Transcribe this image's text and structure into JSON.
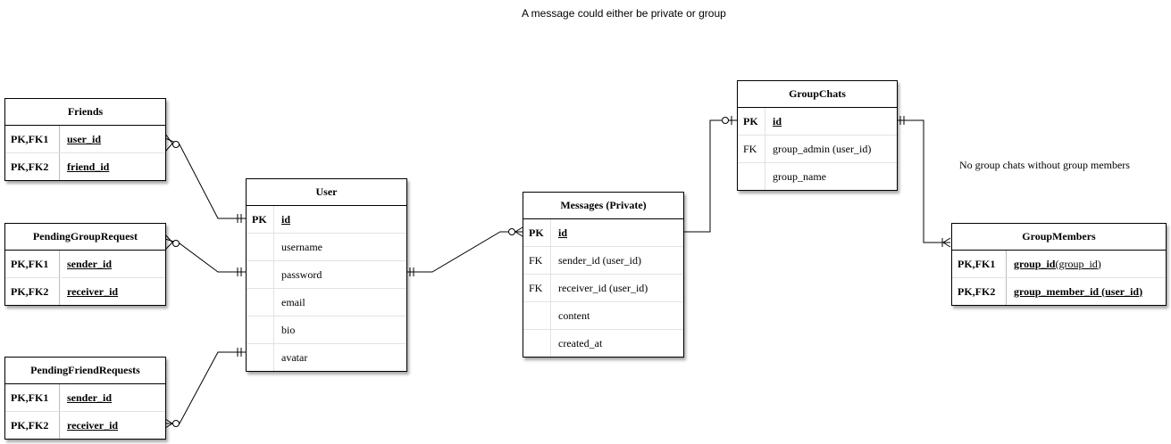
{
  "notes": {
    "top": "A message could either be private or group",
    "group_members": "No group chats without group members"
  },
  "entities": {
    "friends": {
      "title": "Friends",
      "rows": [
        {
          "key": "PK,FK1",
          "name": "user_id"
        },
        {
          "key": "PK,FK2",
          "name": "friend_id"
        }
      ]
    },
    "pending_group_request": {
      "title": "PendingGroupRequest",
      "rows": [
        {
          "key": "PK,FK1",
          "name": "sender_id"
        },
        {
          "key": "PK,FK2",
          "name": "receiver_id"
        }
      ]
    },
    "pending_friend_requests": {
      "title": "PendingFriendRequests",
      "rows": [
        {
          "key": "PK,FK1",
          "name": "sender_id"
        },
        {
          "key": "PK,FK2",
          "name": "receiver_id"
        }
      ]
    },
    "user": {
      "title": "User",
      "rows": [
        {
          "key": "PK",
          "name": "id"
        },
        {
          "key": "",
          "name": "username"
        },
        {
          "key": "",
          "name": "password"
        },
        {
          "key": "",
          "name": "email"
        },
        {
          "key": "",
          "name": "bio"
        },
        {
          "key": "",
          "name": "avatar"
        }
      ]
    },
    "messages": {
      "title": "Messages (Private)",
      "rows": [
        {
          "key": "PK",
          "name": "id"
        },
        {
          "key": "FK",
          "name": "sender_id (user_id)"
        },
        {
          "key": "FK",
          "name": "receiver_id (user_id)"
        },
        {
          "key": "",
          "name": "content"
        },
        {
          "key": "",
          "name": "created_at"
        }
      ]
    },
    "group_chats": {
      "title": "GroupChats",
      "rows": [
        {
          "key": "PK",
          "name": "id"
        },
        {
          "key": "FK",
          "name": "group_admin (user_id)"
        },
        {
          "key": "",
          "name": "group_name"
        }
      ]
    },
    "group_members": {
      "title": "GroupMembers",
      "rows": [
        {
          "key": "PK,FK1",
          "name": "group_id",
          "suffix": " (group_id)"
        },
        {
          "key": "PK,FK2",
          "name": "group_member_id (user_id)"
        }
      ]
    }
  }
}
